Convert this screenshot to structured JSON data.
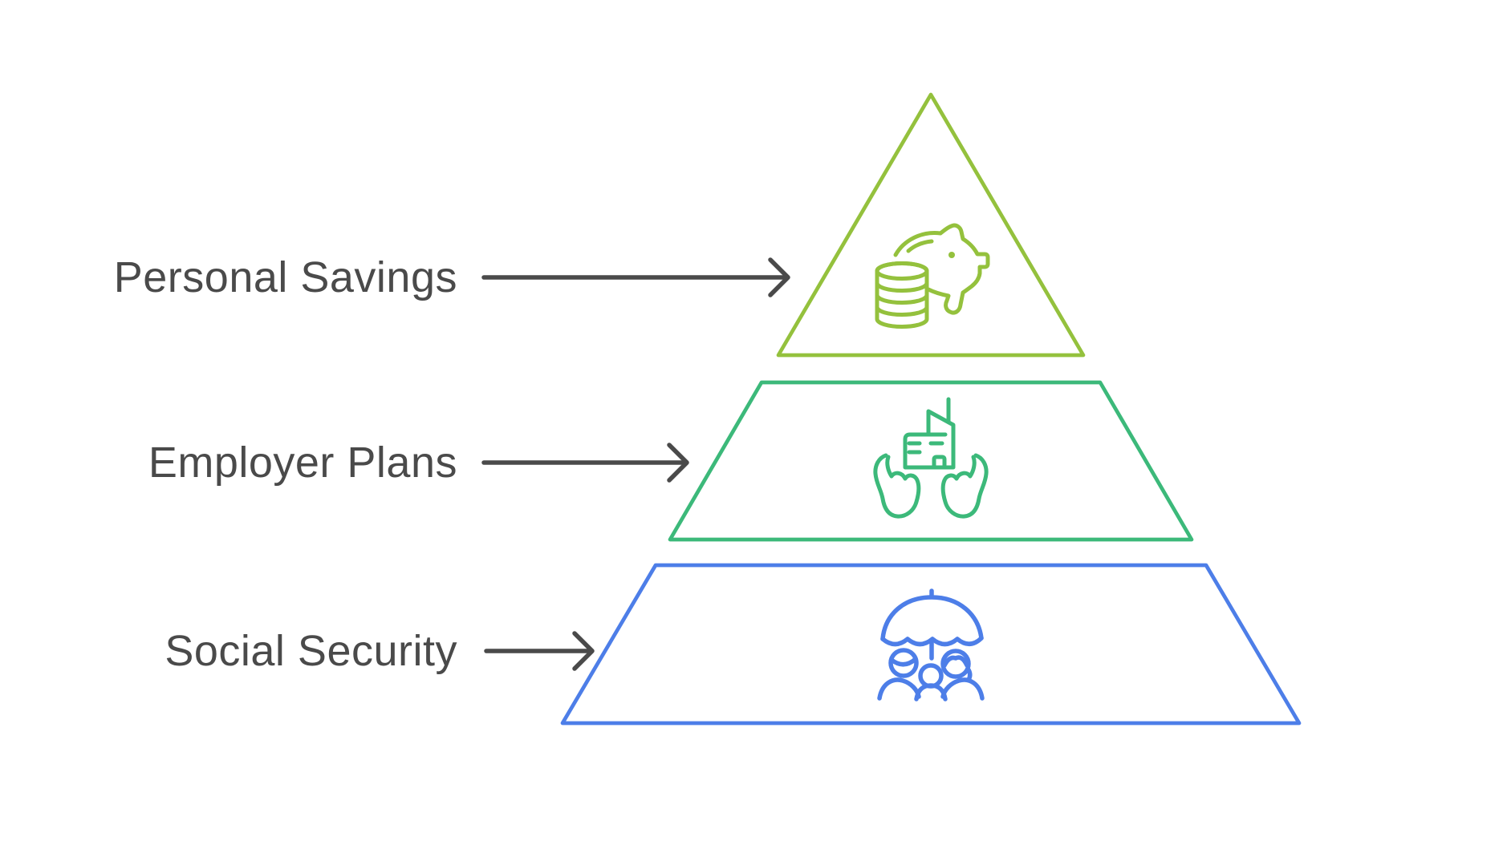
{
  "diagram": {
    "type": "pyramid",
    "background": "#FFFFFF",
    "text_color": "#4A4A4A",
    "arrow_color": "#4A4A4A",
    "levels": [
      {
        "label": "Personal Savings",
        "icon": "piggy-bank-coins-icon",
        "color": "#94C13D"
      },
      {
        "label": "Employer Plans",
        "icon": "hands-holding-building-icon",
        "color": "#3CB97A"
      },
      {
        "label": "Social Security",
        "icon": "umbrella-family-icon",
        "color": "#4D7EE8"
      }
    ]
  }
}
